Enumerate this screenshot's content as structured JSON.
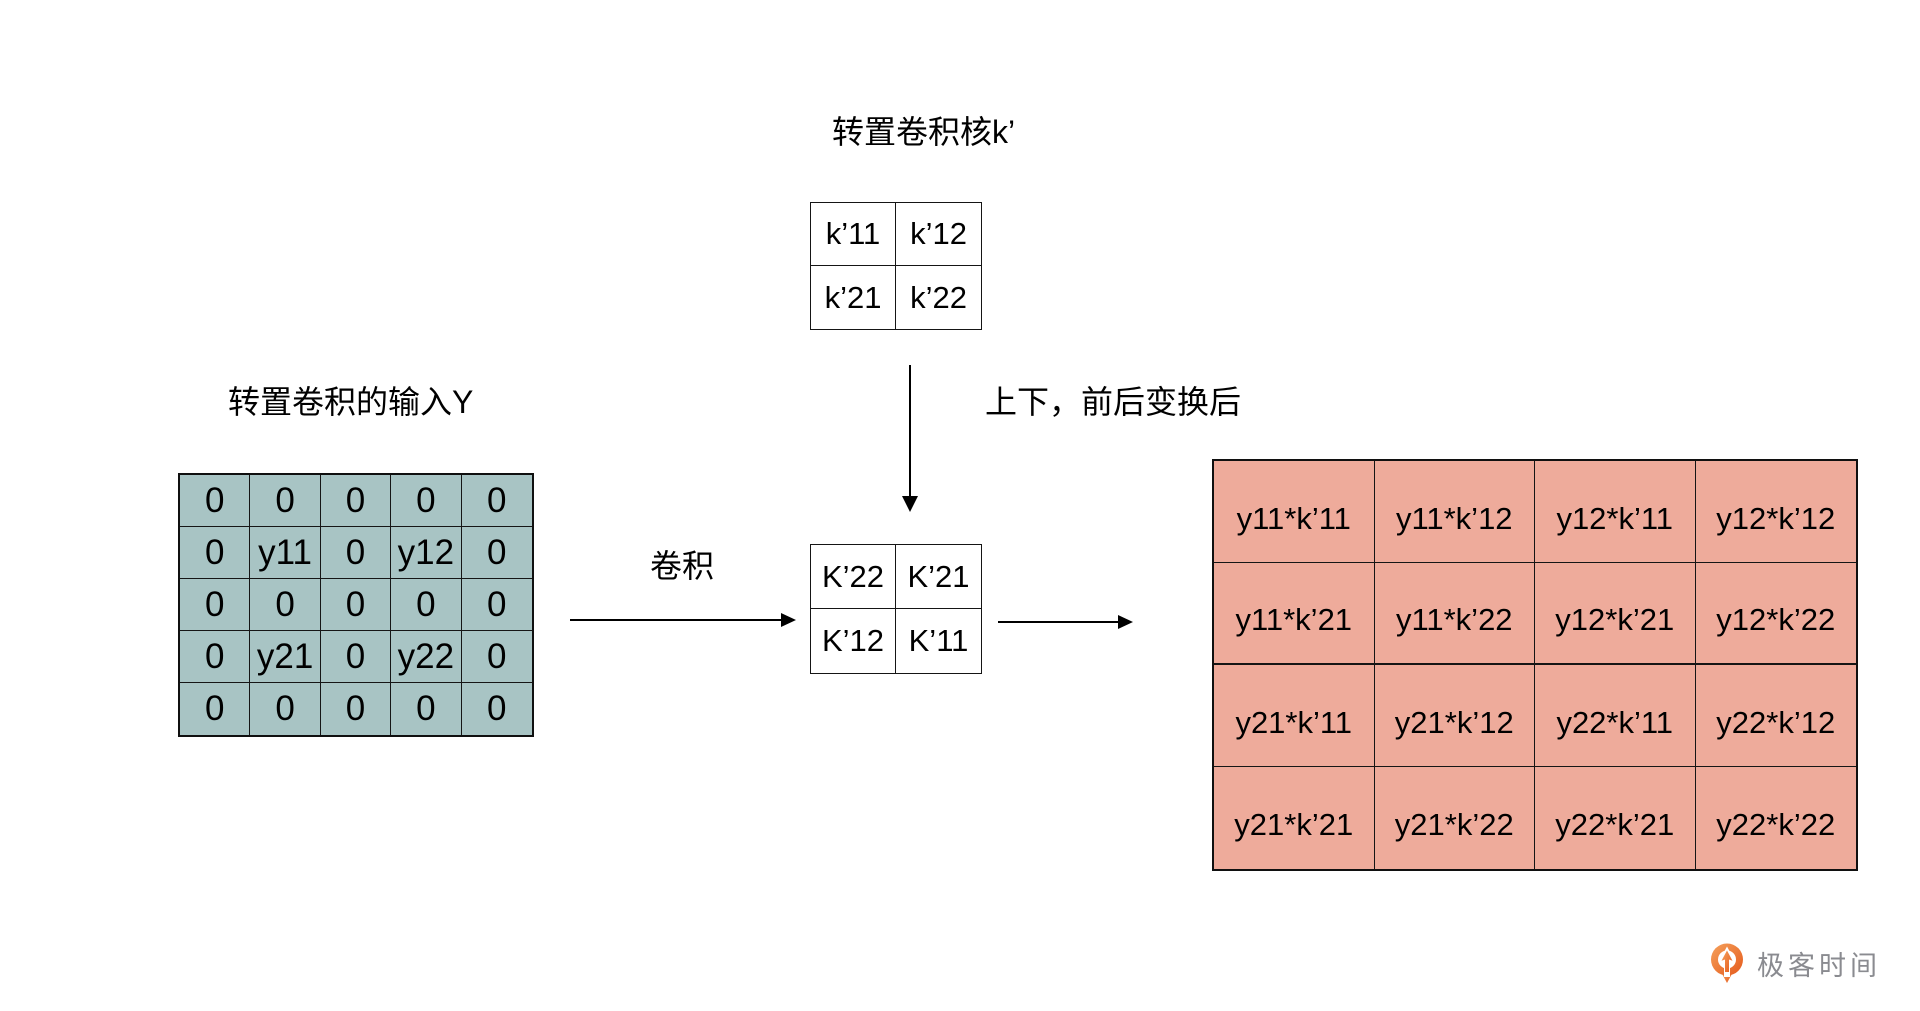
{
  "titles": {
    "kernel": "转置卷积核k’",
    "input": "转置卷积的输入Y",
    "convolution": "卷积",
    "transform": "上下，前后变换后"
  },
  "kernel_table": {
    "rows": [
      [
        "k’11",
        "k’12"
      ],
      [
        "k’21",
        "k’22"
      ]
    ]
  },
  "input_table": {
    "rows": [
      [
        "0",
        "0",
        "0",
        "0",
        "0"
      ],
      [
        "0",
        "y11",
        "0",
        "y12",
        "0"
      ],
      [
        "0",
        "0",
        "0",
        "0",
        "0"
      ],
      [
        "0",
        "y21",
        "0",
        "y22",
        "0"
      ],
      [
        "0",
        "0",
        "0",
        "0",
        "0"
      ]
    ]
  },
  "flipped_table": {
    "rows": [
      [
        "K’22",
        "K’21"
      ],
      [
        "K’12",
        "K’11"
      ]
    ]
  },
  "output_table": {
    "rows": [
      [
        "y11*k’11",
        "y11*k’12",
        "y12*k’11",
        "y12*k’12"
      ],
      [
        "y11*k’21",
        "y11*k’22",
        "y12*k’21",
        "y12*k’22"
      ],
      [
        "y21*k’11",
        "y21*k’12",
        "y22*k’11",
        "y22*k’12"
      ],
      [
        "y21*k’21",
        "y21*k’22",
        "y22*k’21",
        "y22*k’22"
      ]
    ]
  },
  "logo": {
    "text": "极客时间"
  },
  "colors": {
    "input_fill": "#a8c4c4",
    "output_fill": "#eeab9b",
    "line": "#000000",
    "logo_orange": "#ed6a1c",
    "logo_gray": "#8a8b90"
  }
}
